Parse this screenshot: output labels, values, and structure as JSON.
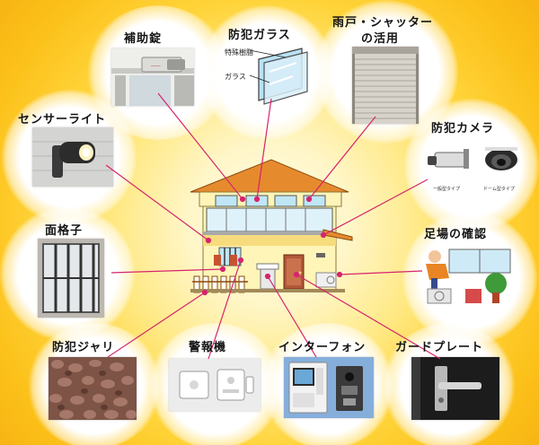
{
  "items": {
    "hojo_jo": "補助錠",
    "bohan_glass": "防犯ガラス",
    "amado_shutter_line1": "雨戸・シャッター",
    "amado_shutter_line2": "の活用",
    "sensor_light": "センサーライト",
    "bohan_camera": "防犯カメラ",
    "men_goushi": "面格子",
    "ashiba": "足場の確認",
    "bohan_jari": "防犯ジャリ",
    "keihouki": "警報機",
    "intercom": "インターフォン",
    "guard_plate": "ガードプレート"
  },
  "glass_callouts": {
    "special_resin": "特殊樹脂",
    "glass": "ガラス"
  },
  "camera_captions": {
    "general": "一般型タイプ",
    "dome": "ドーム型タイプ"
  },
  "colors": {
    "connector_line": "#d6246e",
    "background_center": "#fffbe8",
    "background_edge": "#f5ad10"
  }
}
